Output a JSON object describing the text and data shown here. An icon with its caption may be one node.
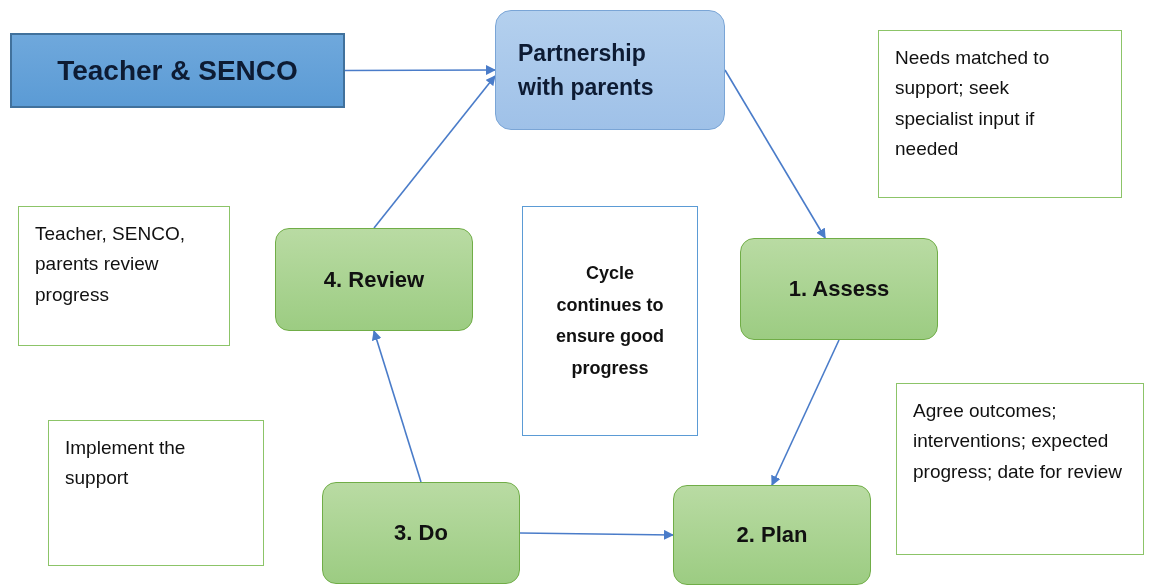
{
  "diagram": {
    "nodes": [
      {
        "text": [
          "Teacher & SENCO"
        ]
      },
      {
        "text": [
          "Partnership with parents"
        ]
      },
      {
        "text": [
          "Needs matched to support; seek specialist input if needed"
        ]
      },
      {
        "text": [
          "Teacher, SENCO, parents review progress"
        ]
      },
      {
        "text": [
          "4. Review"
        ]
      },
      {
        "text": [
          "Cycle continues to ensure good progress"
        ]
      },
      {
        "text": [
          "1. Assess"
        ]
      },
      {
        "text": [
          "Implement the support"
        ]
      },
      {
        "text": [
          "Agree outcomes; interventions; expected progress; date for review"
        ]
      },
      {
        "text": [
          "3. Do"
        ]
      },
      {
        "text": [
          "2. Plan"
        ]
      }
    ],
    "edges": [
      {
        "from": 0,
        "to": 1,
        "arrow": "to"
      },
      {
        "from": 1,
        "to": 6,
        "arrow": "to"
      },
      {
        "from": 6,
        "to": 10,
        "arrow": "to"
      },
      {
        "from": 9,
        "to": 10,
        "arrow": "to"
      },
      {
        "from": 9,
        "to": 4,
        "arrow": "to"
      },
      {
        "from": 4,
        "to": 1,
        "arrow": "to"
      }
    ]
  }
}
